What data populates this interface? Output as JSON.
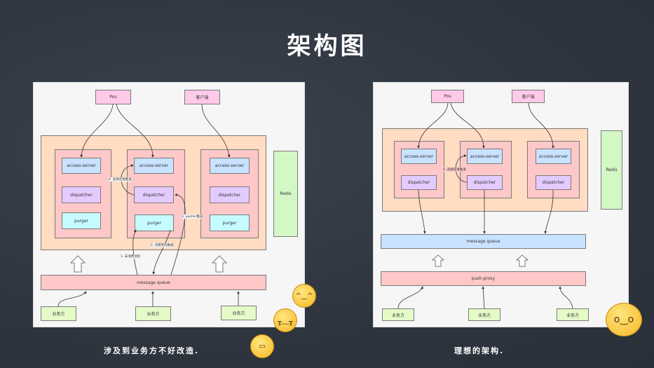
{
  "title": "架构图",
  "left": {
    "clients": [
      "Pos",
      "客户端"
    ],
    "services": {
      "access": "access-server",
      "dispatcher": "dispatcher",
      "purger": "purger"
    },
    "redis": "Redis",
    "mq": "message queue",
    "producers": [
      "业务方",
      "业务方",
      "业务方"
    ],
    "steps": [
      "1. 未消费消息",
      "2. 消费完的数据",
      "3. pusher推送",
      "4. 选择连接推送"
    ],
    "caption": "涉及到业务方不好改造."
  },
  "right": {
    "clients": [
      "Pos",
      "客户端"
    ],
    "services": {
      "access": "access-server",
      "dispatcher": "dispatcher"
    },
    "redis": "Redis",
    "mq": "message queue",
    "proxy": "push-proxy",
    "producers": [
      "业务方",
      "业务方",
      "业务方"
    ],
    "step": "4. 选择连接推送",
    "caption": "理想的架构."
  }
}
